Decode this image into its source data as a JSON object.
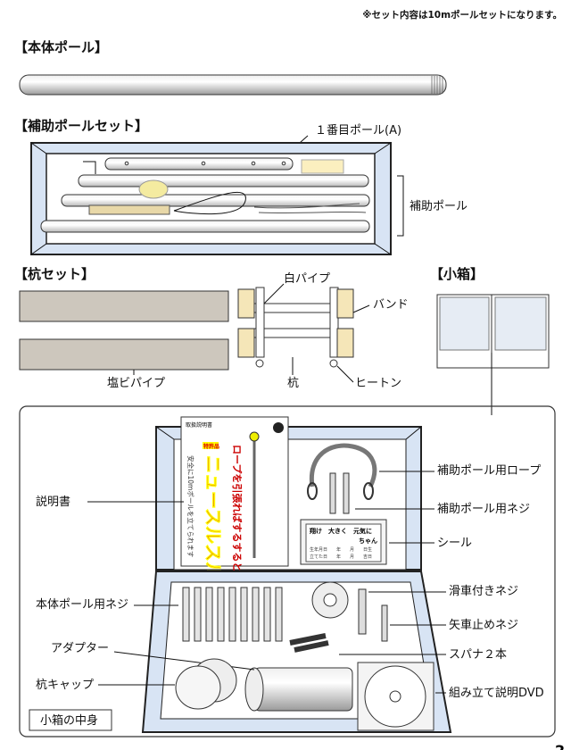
{
  "note": "※セット内容は10mポールセットになります。",
  "main_pole": {
    "heading": "【本体ポール】"
  },
  "support_set": {
    "heading": "【補助ポールセット】",
    "first_pole_label": "１番目ポール(A)",
    "support_pole_label": "補助ポール"
  },
  "stake_set": {
    "heading": "【杭セット】",
    "white_pipe": "白パイプ",
    "band": "バンド",
    "pvc_pipe": "塩ビパイプ",
    "stake": "杭",
    "eye_screw": "ヒートン"
  },
  "small_box": {
    "heading": "【小箱】",
    "contents_label": "小箱の中身",
    "manual": {
      "label": "説明書",
      "title": "取扱説明書",
      "patent": "特許品",
      "product": "ニュースルスルポール",
      "catch": "ロープを引張ればするすると揚げて行く。",
      "sub": "安全に10mポールを立てられます"
    },
    "sticker": {
      "label": "シール",
      "line1": "翔け　大きく　元気に",
      "line2": "ちゃん",
      "birth": "生年月日　　年　　月　　日生",
      "raised": "立てた日　　年　　月　　吉日"
    },
    "items_left": [
      "本体ポール用ネジ",
      "アダプター",
      "杭キャップ"
    ],
    "items_right": [
      "補助ポール用ロープ",
      "補助ポール用ネジ",
      "滑車付きネジ",
      "矢車止めネジ",
      "スパナ２本",
      "組み立て説明DVD"
    ]
  },
  "page_number": "2"
}
